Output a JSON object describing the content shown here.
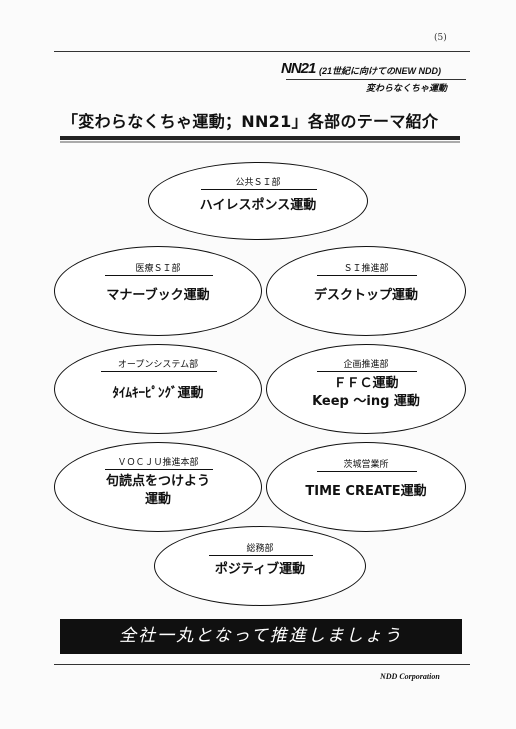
{
  "page_number": "(5)",
  "brand": {
    "logo": "NN21",
    "subtitle": "(21世紀に向けてのNEW NDD)",
    "tagline": "変わらなくちゃ運動"
  },
  "title": "「変わらなくちゃ運動；NN21」各部のテーマ紹介",
  "departments": [
    {
      "dept": "公共ＳＩ部",
      "activity": [
        "ハイレスポンス運動"
      ]
    },
    {
      "dept": "医療ＳＩ部",
      "activity": [
        "マナーブック運動"
      ]
    },
    {
      "dept": "ＳＩ推進部",
      "activity": [
        "デスクトップ運動"
      ]
    },
    {
      "dept": "オープンシステム部",
      "activity": [
        "ﾀｲﾑｷｰﾋﾟﾝｸﾞ運動"
      ]
    },
    {
      "dept": "企画推進部",
      "activity": [
        "ＦＦＣ運動",
        "Keep ～ing 運動"
      ]
    },
    {
      "dept": "ＶＯＣＪＵ推進本部",
      "activity": [
        "句読点をつけよう",
        "運動"
      ]
    },
    {
      "dept": "茨城営業所",
      "activity": [
        "TIME CREATE運動"
      ]
    },
    {
      "dept": "総務部",
      "activity": [
        "ポジティブ運動"
      ]
    }
  ],
  "banner": "全社一丸となって推進しましょう",
  "footer": "NDD Corporation"
}
